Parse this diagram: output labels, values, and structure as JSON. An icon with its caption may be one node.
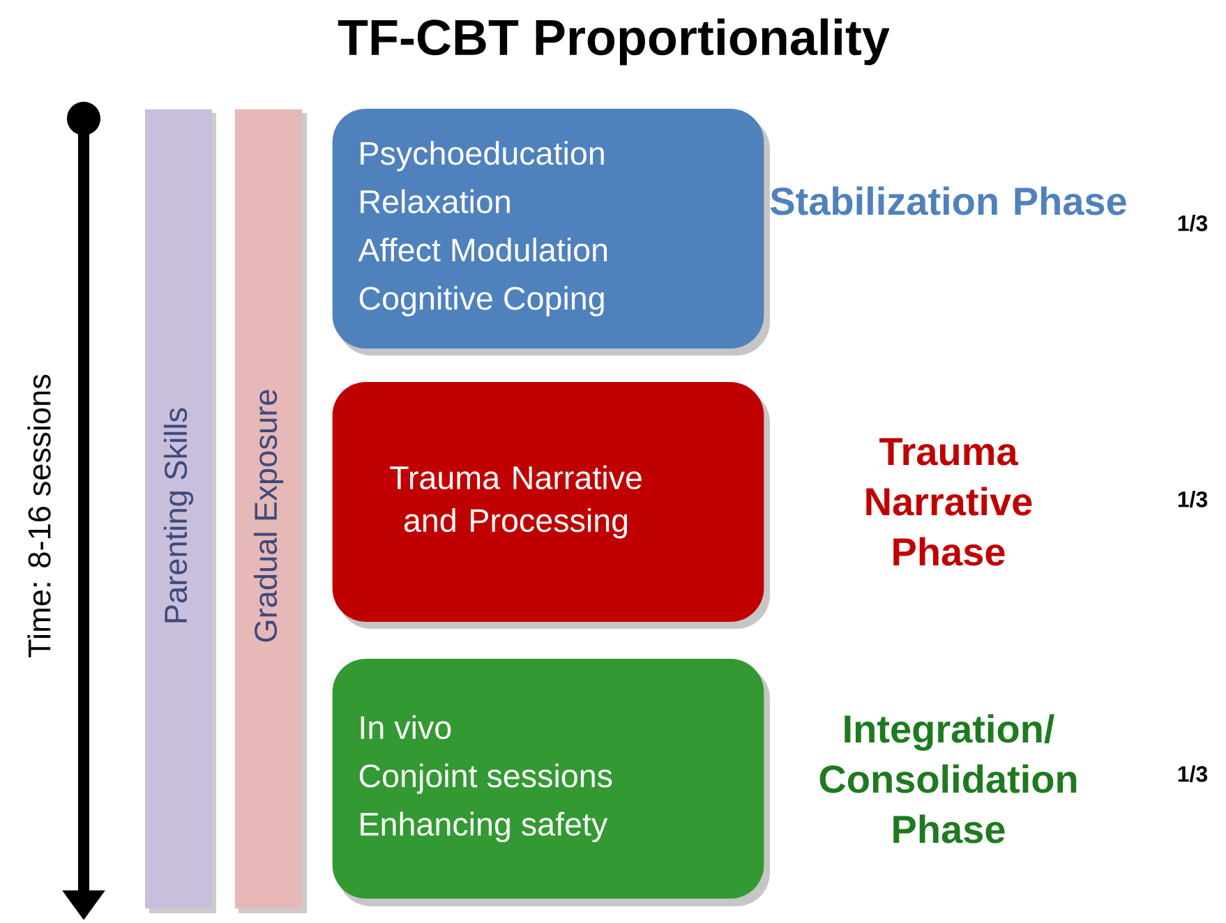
{
  "diagram": {
    "title": "TF-CBT Proportionality",
    "nodes": [
      {
        "text": [
          "Parenting Skills"
        ]
      },
      {
        "text": [
          "Gradual Exposure"
        ]
      },
      {
        "text": [
          "Psychoeducation",
          "Relaxation",
          "Affect Modulation",
          "Cognitive Coping"
        ],
        "beside": [
          "Stabilization Phase"
        ]
      },
      {
        "text": [
          "Trauma Narrative and Processing"
        ],
        "beside": [
          "Trauma Narrative Phase"
        ]
      },
      {
        "text": [
          "In vivo",
          "Conjoint sessions",
          "Enhancing safety"
        ],
        "beside": [
          "Integration/ Consolidation Phase"
        ]
      }
    ],
    "labels": [
      "Time: 8-16 sessions",
      "1/3",
      "1/3",
      "1/3"
    ]
  }
}
